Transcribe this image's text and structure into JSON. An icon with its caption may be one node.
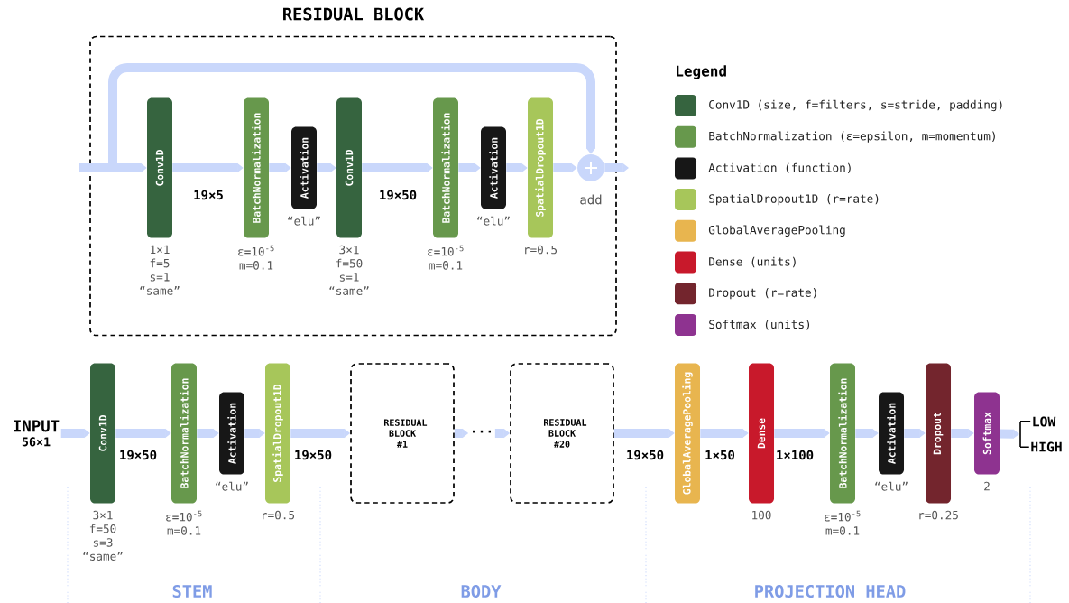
{
  "diagram": {
    "nodes": [
      {
        "text": [
          "RESIDUAL BLOCK"
        ]
      },
      {
        "text": [
          "Conv1D"
        ],
        "in": 0,
        "beside": [
          "1×1 f=5 s=1 “same”"
        ]
      },
      {
        "text": [
          "BatchNormalization"
        ],
        "in": 0,
        "beside": [
          "ε=10$^{-5}$ m=0.1"
        ]
      },
      {
        "text": [
          "Activation"
        ],
        "in": 0,
        "beside": [
          "“elu”"
        ]
      },
      {
        "text": [
          "Conv1D"
        ],
        "in": 0,
        "beside": [
          "3×1 f=50 s=1 “same”"
        ]
      },
      {
        "text": [
          "BatchNormalization"
        ],
        "in": 0,
        "beside": [
          "ε=10$^{-5}$ m=0.1"
        ]
      },
      {
        "text": [
          "Activation"
        ],
        "in": 0,
        "beside": [
          "“elu”"
        ]
      },
      {
        "text": [
          "SpatialDropout1D"
        ],
        "in": 0,
        "beside": [
          "r=0.5"
        ]
      },
      {
        "text": [],
        "shape": "circle",
        "in": 0,
        "beside": [
          "add"
        ]
      },
      {
        "text": [
          "INPUT",
          "56×1"
        ]
      },
      {
        "text": [
          "Conv1D"
        ],
        "beside": [
          "3×1 f=50 s=3 “same”"
        ]
      },
      {
        "text": [
          "BatchNormalization"
        ],
        "beside": [
          "ε=10$^{-5}$ m=0.1"
        ]
      },
      {
        "text": [
          "Activation"
        ],
        "beside": [
          "“elu”"
        ]
      },
      {
        "text": [
          "SpatialDropout1D"
        ],
        "beside": [
          "r=0.5"
        ]
      },
      {
        "text": [
          "RESIDUAL BLOCK #1"
        ]
      },
      {
        "text": [
          "···"
        ]
      },
      {
        "text": [
          "RESIDUAL BLOCK #20"
        ]
      },
      {
        "text": [
          "GlobalAveragePooling"
        ]
      },
      {
        "text": [
          "Dense"
        ],
        "beside": [
          "100"
        ]
      },
      {
        "text": [
          "BatchNormalization"
        ],
        "beside": [
          "ε=10$^{-5}$ m=0.1"
        ]
      },
      {
        "text": [
          "Activation"
        ],
        "beside": [
          "“elu”"
        ]
      },
      {
        "text": [
          "Dropout"
        ],
        "beside": [
          "r=0.25"
        ]
      },
      {
        "text": [
          "Softmax"
        ],
        "beside": [
          "2"
        ]
      },
      {
        "text": [],
        "shape": "bracket"
      },
      {
        "text": [
          "LOW"
        ]
      },
      {
        "text": [
          "HIGH"
        ]
      }
    ],
    "edges": [
      {
        "from": null,
        "to": 1,
        "arrow": "to"
      },
      {
        "from": 1,
        "to": 2,
        "arrow": "to",
        "label": "19×5"
      },
      {
        "from": 2,
        "to": 3,
        "arrow": "to"
      },
      {
        "from": 3,
        "to": 4,
        "arrow": "to"
      },
      {
        "from": 4,
        "to": 5,
        "arrow": "to",
        "label": "19×50"
      },
      {
        "from": 5,
        "to": 6,
        "arrow": "to"
      },
      {
        "from": 6,
        "to": 7,
        "arrow": "to"
      },
      {
        "from": 7,
        "to": 8,
        "arrow": "to"
      },
      {
        "from": 8,
        "to": null,
        "arrow": "to"
      },
      {
        "from": null,
        "to": 8,
        "arrow": "to"
      },
      {
        "from": 9,
        "to": 10,
        "arrow": "to"
      },
      {
        "from": 10,
        "to": 11,
        "arrow": "to",
        "label": "19×50"
      },
      {
        "from": 11,
        "to": 12,
        "arrow": "to"
      },
      {
        "from": 12,
        "to": 13,
        "arrow": "to"
      },
      {
        "from": 13,
        "to": 14,
        "arrow": "to",
        "label": "19×50"
      },
      {
        "from": 14,
        "to": 15,
        "arrow": "to"
      },
      {
        "from": 15,
        "to": 16,
        "arrow": "to"
      },
      {
        "from": 16,
        "to": 17,
        "arrow": "to",
        "label": "19×50"
      },
      {
        "from": 17,
        "to": 18,
        "arrow": "to",
        "label": "1×50"
      },
      {
        "from": 18,
        "to": 19,
        "arrow": "to",
        "label": "1×100"
      },
      {
        "from": 19,
        "to": 20,
        "arrow": "to"
      },
      {
        "from": 20,
        "to": 21,
        "arrow": "to"
      },
      {
        "from": 21,
        "to": 22,
        "arrow": "to"
      },
      {
        "from": 22,
        "to": 23,
        "arrow": "to"
      },
      {
        "from": 23,
        "to": 24,
        "arrow": "none",
        "color": "#000000"
      },
      {
        "from": 23,
        "to": 25,
        "arrow": "none",
        "color": "#000000"
      }
    ],
    "labels": [
      "Legend",
      "STEM",
      "BODY",
      "PROJECTION HEAD"
    ],
    "legend": [
      {
        "text": "Conv1D (size, f=filters, s=stride, padding)",
        "color": "#36643f"
      },
      {
        "text": "BatchNormalization (ε=epsilon, m=momentum)",
        "color": "#67984c"
      },
      {
        "text": "Activation (function)",
        "color": "#171717"
      },
      {
        "text": "SpatialDropout1D (r=rate)",
        "color": "#a7c65a"
      },
      {
        "text": "GlobalAveragePooling",
        "color": "#e8b54f"
      },
      {
        "text": "Dense (units)",
        "color": "#c8192b"
      },
      {
        "text": "Dropout (r=rate)",
        "color": "#73252d"
      },
      {
        "text": "Softmax (units)",
        "color": "#8e3390"
      }
    ]
  }
}
